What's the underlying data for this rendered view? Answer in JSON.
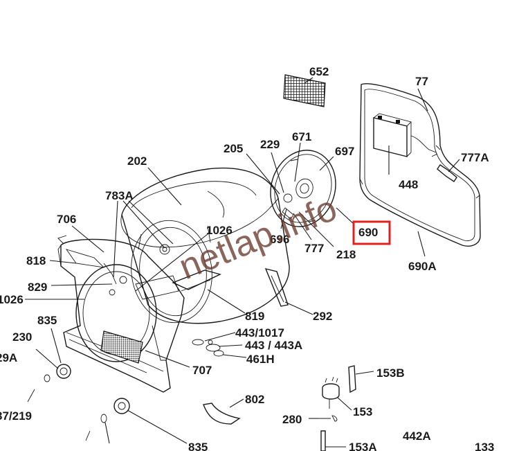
{
  "watermark": "netlap.info",
  "highlight_color": "#e02020",
  "highlighted_part": "690",
  "labels": {
    "p652": "652",
    "p77": "77",
    "p671": "671",
    "p229": "229",
    "p205": "205",
    "p697": "697",
    "p777A": "777A",
    "p202": "202",
    "p448": "448",
    "p783A": "783A",
    "p706": "706",
    "p1026a": "1026",
    "p690": "690",
    "p696": "696",
    "p777": "777",
    "p218": "218",
    "p690A": "690A",
    "p818": "818",
    "p829": "829",
    "p1026b": "1026",
    "p819": "819",
    "p292": "292",
    "p835a": "835",
    "p443_1017": "443/1017",
    "p230": "230",
    "p443_443A": "443 / 443A",
    "p461H": "461H",
    "p29A": "29A",
    "p707": "707",
    "p153B": "153B",
    "p37_219": "37/219",
    "p802": "802",
    "p153": "153",
    "p280": "280",
    "p442A": "442A",
    "p835b": "835",
    "p153A": "153A",
    "p133": "133"
  }
}
